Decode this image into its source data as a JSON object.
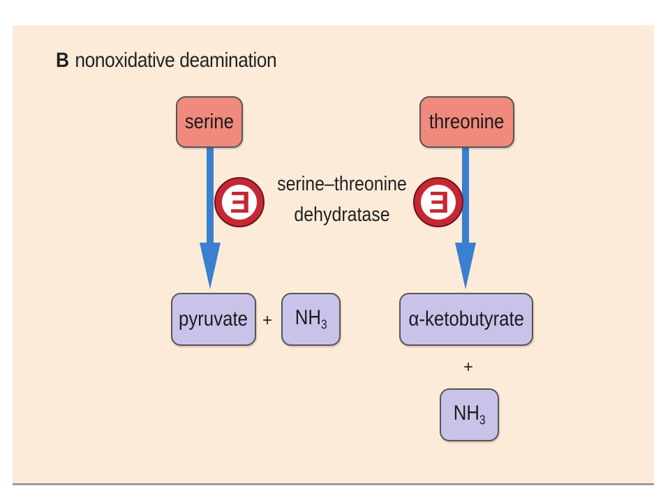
{
  "heading": {
    "letter": "B",
    "text": "nonoxidative deamination"
  },
  "reactants": {
    "left": "serine",
    "right": "threonine"
  },
  "enzyme": {
    "line1": "serine–threonine",
    "line2": "dehydratase",
    "symbol": "E"
  },
  "products": {
    "left": "pyruvate",
    "left_plus": "+",
    "left_second_base": "NH",
    "left_second_sub": "3",
    "right": "α-ketobutyrate",
    "right_plus": "+",
    "right_second_base": "NH",
    "right_second_sub": "3"
  },
  "icons": {
    "arrow": "arrow-down-icon",
    "enzyme": "enzyme-icon"
  },
  "colors": {
    "background": "#fdebd9",
    "reactant_fill": "#f08a7c",
    "product_fill": "#c9c3ea",
    "arrow": "#3a7fd0",
    "enzyme_ring": "#c62833"
  }
}
